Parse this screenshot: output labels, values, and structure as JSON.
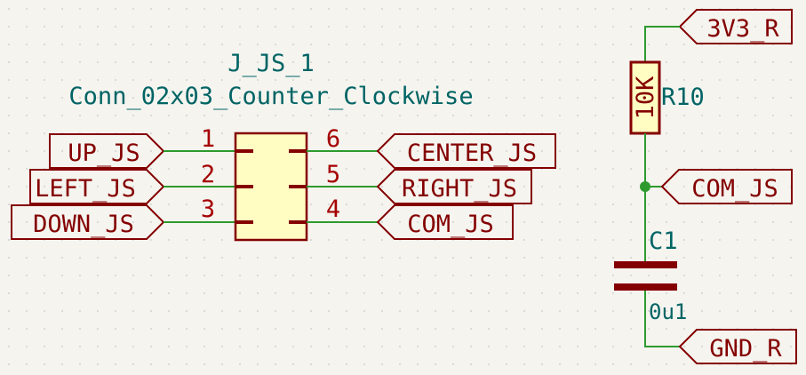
{
  "connector": {
    "reference": "J_JS_1",
    "value": "Conn_02x03_Counter_Clockwise",
    "pins": {
      "p1": "1",
      "p2": "2",
      "p3": "3",
      "p4": "4",
      "p5": "5",
      "p6": "6"
    }
  },
  "labels": {
    "up_js": "UP_JS",
    "left_js": "LEFT_JS",
    "down_js": "DOWN_JS",
    "center_js": "CENTER_JS",
    "right_js": "RIGHT_JS",
    "com_js_connector": "COM_JS",
    "v3v3_r": "3V3_R",
    "com_js_node": "COM_JS",
    "gnd_r": "GND_R"
  },
  "resistor": {
    "reference": "R10",
    "value": "10K"
  },
  "capacitor": {
    "reference": "C1",
    "value": "0u1"
  },
  "colors": {
    "background": "#f5f4ef",
    "wire": "#2e9a2e",
    "component_outline": "#840000",
    "component_fill": "#fffdc2",
    "label_text": "#840000",
    "reference_text": "#006464",
    "grid_dot": "#c8c8c8"
  }
}
